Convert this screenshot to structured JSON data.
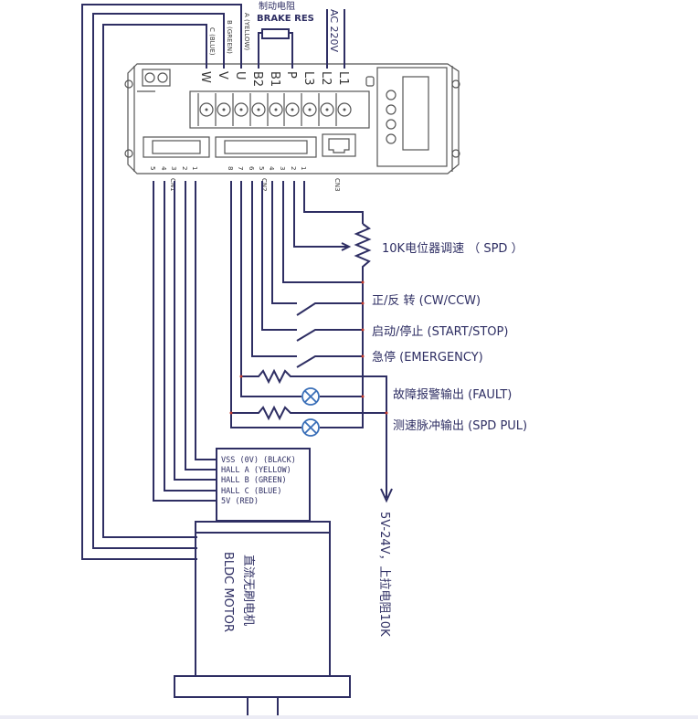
{
  "diagram": {
    "title": "BLDC motor driver wiring diagram",
    "brake_resistor": {
      "label_cn": "制动电阻",
      "label_en": "BRAKE RES"
    },
    "ac_input": {
      "label": "AC 220V"
    },
    "motor_phases": [
      {
        "terminal": "U",
        "label": "A (YELLOW)"
      },
      {
        "terminal": "V",
        "label": "B (GREEN)"
      },
      {
        "terminal": "W",
        "label": "C (BLUE)"
      }
    ],
    "power_terminals": [
      "W",
      "V",
      "U",
      "B2",
      "B1",
      "P",
      "L3",
      "L2",
      "L1"
    ],
    "connectors": {
      "cn1": {
        "name": "CN1",
        "pins": [
          "5",
          "4",
          "3",
          "2",
          "1"
        ]
      },
      "cn2": {
        "name": "CN2",
        "pins": [
          "8",
          "7",
          "6",
          "5",
          "4",
          "3",
          "2",
          "1"
        ]
      },
      "cn3": {
        "name": "CN3"
      }
    },
    "controls": [
      {
        "id": "spd",
        "label": "10K电位器调速 （ SPD ）"
      },
      {
        "id": "dir",
        "label": "正/反 转 (CW/CCW)"
      },
      {
        "id": "start",
        "label": "启动/停止 (START/STOP)"
      },
      {
        "id": "emg",
        "label": "急停 (EMERGENCY)"
      },
      {
        "id": "fault",
        "label": "故障报警输出 (FAULT)"
      },
      {
        "id": "pul",
        "label": "测速脉冲输出 (SPD PUL)"
      }
    ],
    "hall_signals": [
      "VSS (0V) (BLACK)",
      "HALL A (YELLOW)",
      "HALL B (GREEN)",
      "HALL C (BLUE)",
      "5V (RED)"
    ],
    "motor": {
      "label_cn": "直流无刷电机",
      "label_en": "BLDC MOTOR"
    },
    "pullup_note": "5V-24V，上拉电阻10K",
    "colors": {
      "wire": "#2e2e63",
      "lamp": "#3a6fb8",
      "node": "#c0392b"
    }
  }
}
